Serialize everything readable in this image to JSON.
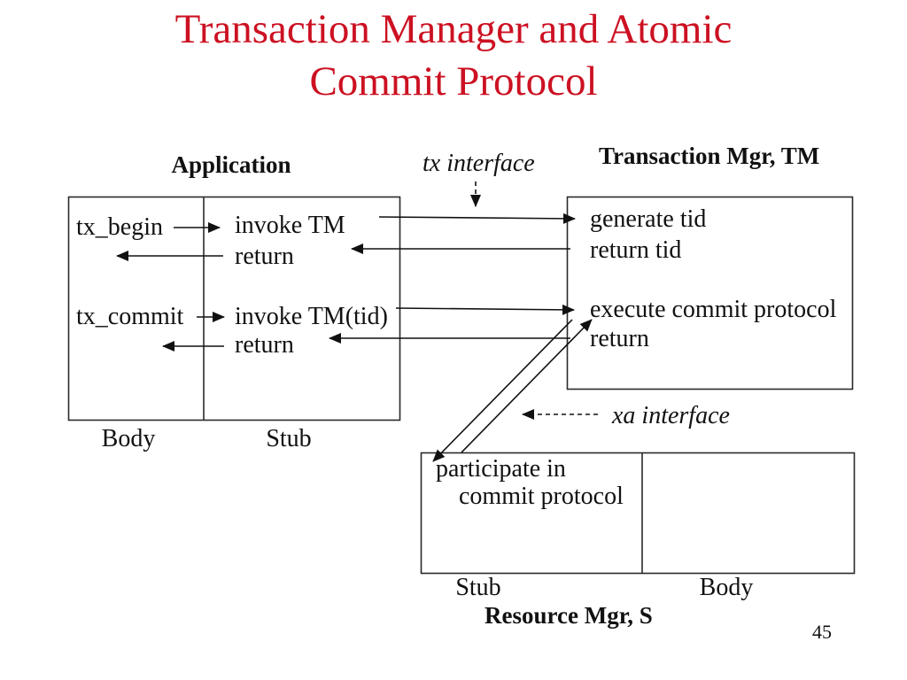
{
  "title": {
    "line1": "Transaction Manager and Atomic",
    "line2": "Commit Protocol",
    "color": "#cc1122"
  },
  "page_number": "45",
  "interfaces": {
    "tx": "tx interface",
    "xa": "xa interface"
  },
  "application": {
    "label": "Application",
    "body_label": "Body",
    "stub_label": "Stub",
    "calls": {
      "tx_begin": "tx_begin",
      "invoke_tm": "invoke TM",
      "return_1": "return",
      "tx_commit": "tx_commit",
      "invoke_tm_tid": "invoke TM(tid)",
      "return_2": "return"
    }
  },
  "transaction_mgr": {
    "label": "Transaction Mgr, TM",
    "ops": {
      "generate_tid": "generate tid",
      "return_tid": "return tid",
      "execute_commit": "execute commit protocol",
      "return_op": "return"
    }
  },
  "resource_mgr": {
    "label": "Resource Mgr, S",
    "stub_label": "Stub",
    "body_label": "Body",
    "ops": {
      "participate_1": "participate in",
      "participate_2": "commit protocol"
    }
  }
}
